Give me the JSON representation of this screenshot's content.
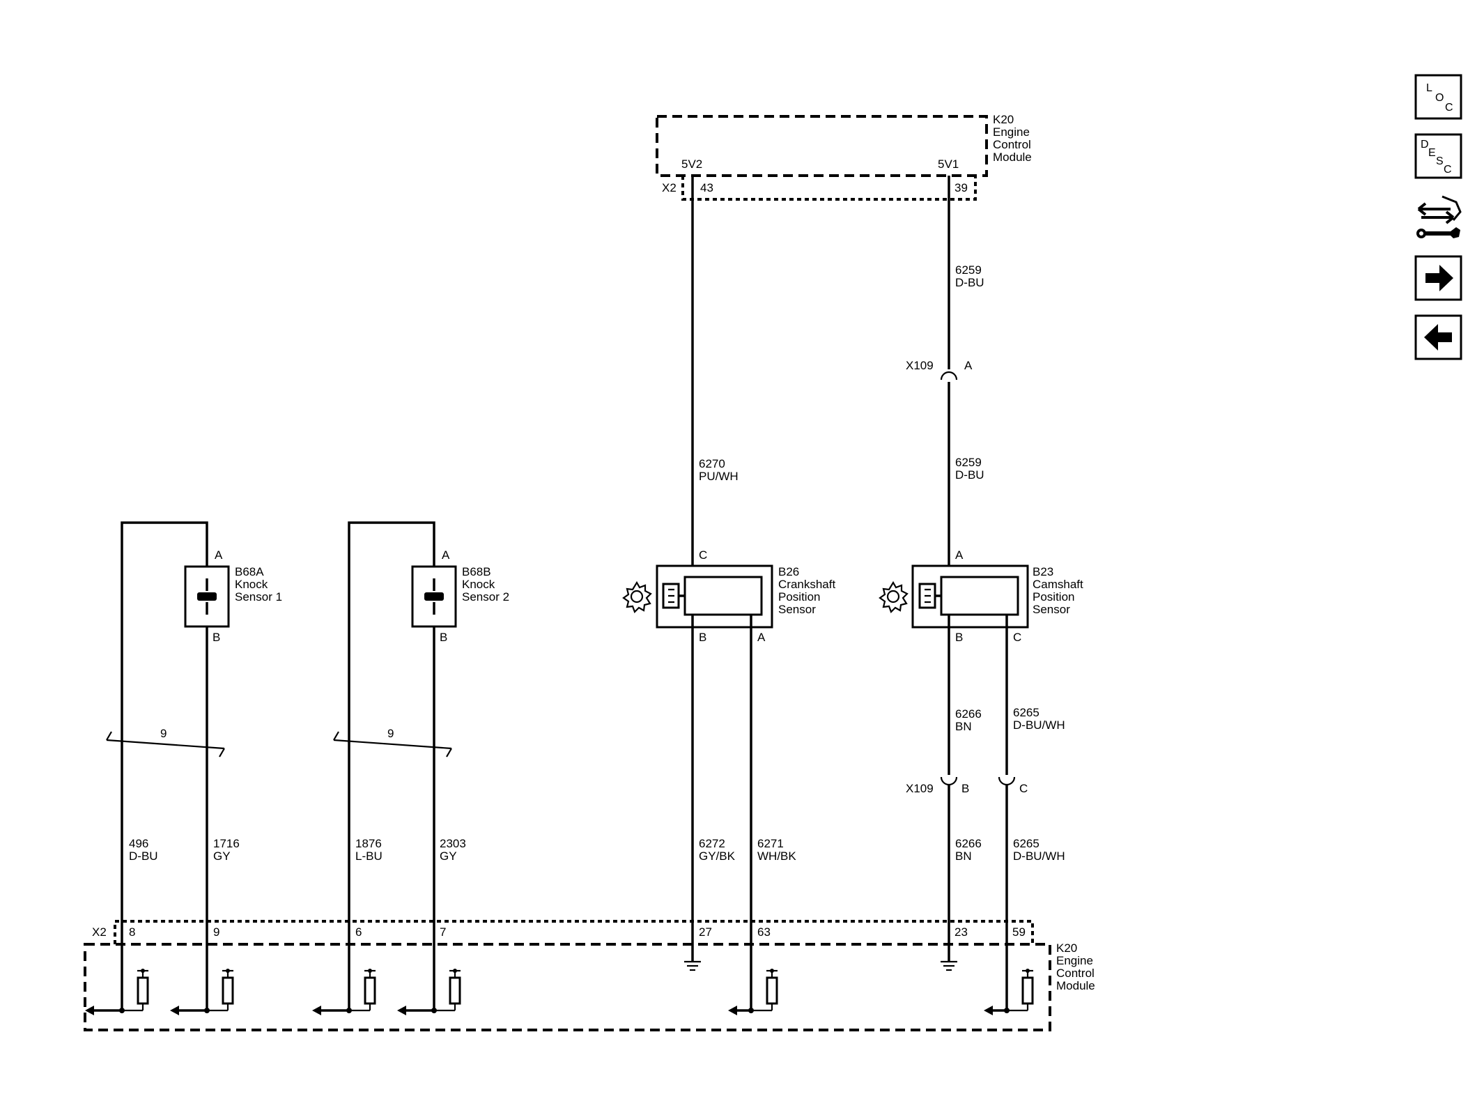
{
  "ecm": {
    "ref": "K20",
    "name_lines": [
      "Engine",
      "Control",
      "Module"
    ],
    "top_connector": "X2",
    "top_pins": [
      {
        "circuit": "5V2",
        "pin": "43"
      },
      {
        "circuit": "5V1",
        "pin": "39"
      }
    ],
    "bottom_connector": "X2",
    "bottom_pins": [
      "8",
      "9",
      "6",
      "7",
      "27",
      "63",
      "23",
      "59"
    ]
  },
  "knock_sensors": [
    {
      "ref": "B68A",
      "name_lines": [
        "Knock",
        "Sensor 1"
      ],
      "pin_top": "A",
      "pin_bottom": "B",
      "twist": "9",
      "wires": [
        {
          "circuit": "496",
          "color": "D-BU"
        },
        {
          "circuit": "1716",
          "color": "GY"
        }
      ]
    },
    {
      "ref": "B68B",
      "name_lines": [
        "Knock",
        "Sensor 2"
      ],
      "pin_top": "A",
      "pin_bottom": "B",
      "twist": "9",
      "wires": [
        {
          "circuit": "1876",
          "color": "L-BU"
        },
        {
          "circuit": "2303",
          "color": "GY"
        }
      ]
    }
  ],
  "crank_sensor": {
    "ref": "B26",
    "name_lines": [
      "Crankshaft",
      "Position",
      "Sensor"
    ],
    "pin_top": "C",
    "pin_bl": "B",
    "pin_br": "A",
    "wire_top": {
      "circuit": "6270",
      "color": "PU/WH"
    },
    "wire_bl": {
      "circuit": "6272",
      "color": "GY/BK"
    },
    "wire_br": {
      "circuit": "6271",
      "color": "WH/BK"
    }
  },
  "cam_sensor": {
    "ref": "B23",
    "name_lines": [
      "Camshaft",
      "Position",
      "Sensor"
    ],
    "pin_top": "A",
    "pin_bl": "B",
    "pin_br": "C",
    "wire_top_upper": {
      "circuit": "6259",
      "color": "D-BU"
    },
    "wire_top_lower": {
      "circuit": "6259",
      "color": "D-BU"
    },
    "wire_bl_upper": {
      "circuit": "6266",
      "color": "BN"
    },
    "wire_bl_lower": {
      "circuit": "6266",
      "color": "BN"
    },
    "wire_br_upper": {
      "circuit": "6265",
      "color": "D-BU/WH"
    },
    "wire_br_lower": {
      "circuit": "6265",
      "color": "D-BU/WH"
    }
  },
  "inline_connector": {
    "ref": "X109",
    "pin_a": "A",
    "pin_b": "B",
    "pin_c": "C"
  },
  "toolbar": {
    "loc": {
      "l1": "L",
      "l2": "O",
      "l3": "C"
    },
    "desc": {
      "l1": "D",
      "l2": "E",
      "l3": "S",
      "l4": "C"
    }
  }
}
